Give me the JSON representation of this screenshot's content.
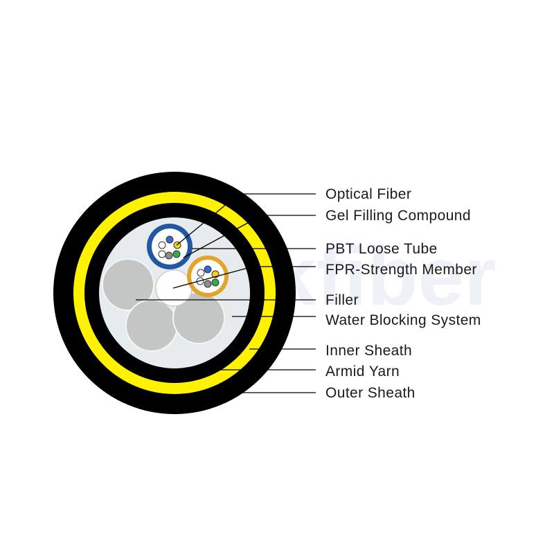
{
  "watermark": "unitekfiber",
  "labels": {
    "optical_fiber": "Optical Fiber",
    "gel_filling": "Gel Filling Compound",
    "pbt_tube": "PBT Loose Tube",
    "fpr_member": "FPR-Strength Member",
    "filler": "Filler",
    "water_blocking": "Water Blocking System",
    "inner_sheath": "Inner Sheath",
    "armid_yarn": "Armid Yarn",
    "outer_sheath": "Outer Sheath"
  },
  "colors": {
    "outer_sheath": "#000000",
    "armid_yarn": "#fff200",
    "core_fill": "#e6ecee",
    "filler": "#c4c5c5",
    "strength_member": "#ffffff",
    "tube_blue": "#2356a3",
    "tube_orange": "#e4a42a",
    "fiber_colors": [
      "#3a67c9",
      "#f2d21a",
      "#3aa84b",
      "#8d8d8d",
      "#ffffff",
      "#ffffff"
    ]
  }
}
